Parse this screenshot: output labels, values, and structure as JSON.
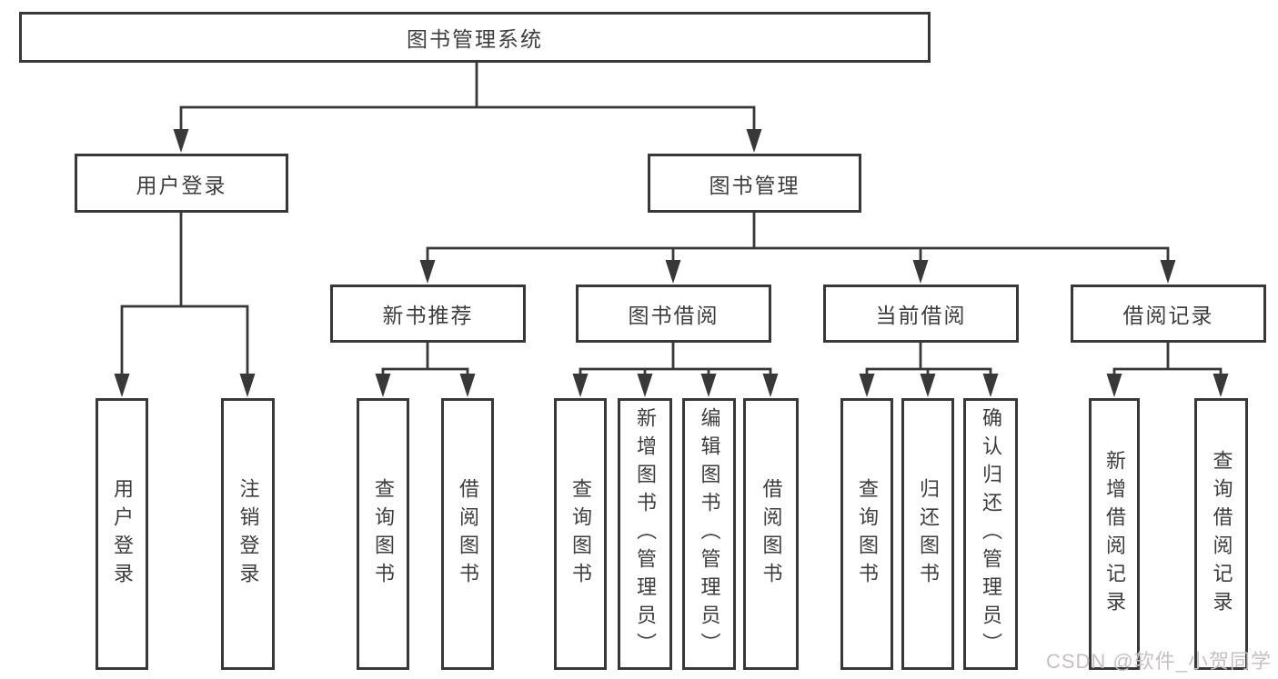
{
  "nodes": {
    "root": "图书管理系统",
    "level2": [
      "用户登录",
      "图书管理"
    ],
    "level3": [
      "新书推荐",
      "图书借阅",
      "当前借阅",
      "借阅记录"
    ],
    "leaves": [
      "用户登录",
      "注销登录",
      "查询图书",
      "借阅图书",
      "查询图书",
      "新增图书（管理员）",
      "编辑图书（管理员）",
      "借阅图书",
      "查询图书",
      "归还图书",
      "确认归还（管理员）",
      "新增借阅记录",
      "查询借阅记录"
    ]
  },
  "watermark": "CSDN @软件_小贺同学",
  "colors": {
    "line": "#383838",
    "box_border": "#383838",
    "text": "#3d3d3d",
    "watermark_text": "#c5c1c1",
    "background": "#ffffff"
  }
}
